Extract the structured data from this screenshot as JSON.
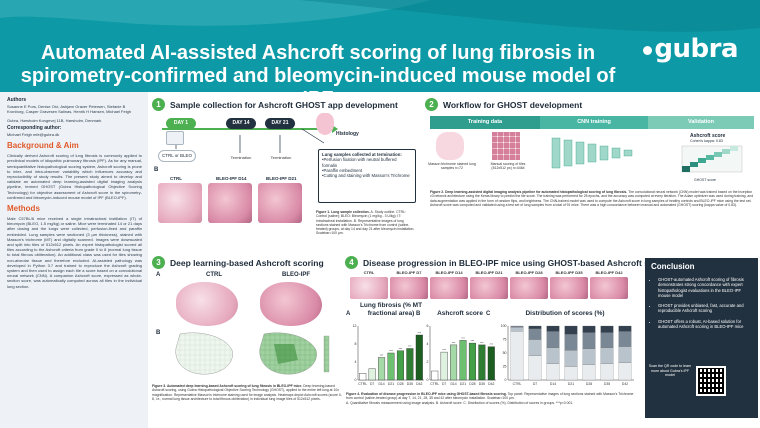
{
  "title": "Automated AI-assisted Ashcroft scoring of lung fibrosis in spirometry-confirmed and bleomycin-induced mouse model of IPF",
  "logo": "gubra",
  "left": {
    "authors_head": "Authors",
    "authors": "Susanne E Pors, Denise Oró, Ashjørn Graver Petersen, Stefanie B Kronborg, Casper Gravesen Salinas, Henrik H Hansen, Michael Feigh",
    "affiliation": "Gubra, Hørsholm Kongevej 11B, Hørsholm, Denmark",
    "corr_head": "Corresponding author:",
    "corr": "Michael Feigh mfe@gubra.dk",
    "bg_title": "Background & Aim",
    "bg_text": "Clinically derived Ashcroft scoring of lung fibrosis is commonly applied to preclinical models of idiopathic pulmonary fibrosis (IPF). As for any manual, semiquantitative histopathological scoring system, Ashcroft scoring is prone to inter- and intra-observer variability which influences accuracy and reproducibility of study results. The present study aimed to develop and validate an automated deep learning-assisted digital imaging analysis pipeline, termed GHOST (Gubra Histopathological Objective Scoring Technology) for objective assessment of Ashcroft score in the spirometry-confirmed and bleomycin-induced mouse model of IPF (BLEO-IPF).",
    "methods_title": "Methods",
    "methods_text": "Male C57BL/6 mice received a single intratracheal instillation (IT) of bleomycin (BLEO, 1.5 mg/kg) or saline. Mice were terminated 14 or 21 days after dosing and the lungs were collected, perfusion-fixed and paraffin embedded. Lung samples were sectioned (3 µm thickness), stained with Masson's trichrome (MT) and digitally scanned. Images were downscaled and split into tiles of 512x512 pixels. An expert histopathologist scored all tiles according to the Ashcroft criteria from grade 0 to 8 (normal lung tissue to total fibrous obliteration). An additional class was used for tiles showing non-alveolar tissue and therefore excluded. AI-assisted pathology was developed in Python 3.7 and trained to reproduce the Ashcroft grading system and then used to assign each tile a score based on a convolutional neural network (CNN). A companion Ashcroft score, expressed as whole-section score, was automatically computed across all tiles in the individual lung section."
  },
  "s1": {
    "num": "1",
    "title": "Sample collection for Ashcroft GHOST app development",
    "day1": "DAY 1",
    "day14": "DAY 14",
    "day21": "DAY 21",
    "histology": "Histology",
    "ctrl_bleo": "CTRL or BLEO",
    "term1": "Termination",
    "term2": "Termination",
    "lung_head": "Lung samples collected at termination:",
    "lung_items": [
      "•Perfusion fixation with neutral buffered formalin",
      "•Paraffin embedment",
      "•Cutting and staining with Masson's Trichrome"
    ],
    "b": "B",
    "ctrl": "CTRL",
    "bleo14": "BLEO-IPF D14",
    "bleo21": "BLEO-IPF D21",
    "fig_title": "Figure 1. Lung sample collection.",
    "fig_text": "A. Study outline. CTRL: Control (saline); BLEO: Bleomycin (1 mg/kg - 3 U/kg); IT: Intratracheal installation. B. Representative images of lung sections stained with Masson's Trichrome from control (saline-treated) groups, at day 14 and day 21 after bleomycin installation. Scalebar=100 µm."
  },
  "s2": {
    "num": "2",
    "title": "Workflow for GHOST development",
    "band1": "Training data",
    "band2": "CNN training",
    "band3": "Validation",
    "lbl1": "Masson trichrome stained lung samples n=72",
    "lbl2": "Manual scoring of tiles (512x512 px) n=4464",
    "score_title": "Ashcroft score",
    "kappa": "Cohen's kappa: 0.83",
    "x_axis": "GHOST score",
    "fig_title": "Figure 2. Deep learning-assisted digital imaging analysis pipeline for automated histopathological scoring of lung fibrosis.",
    "fig_text": "The convolutional neural network (CNN) model was trained based on the Inception v3 network architecture using the Keras library to predict the tile score. The training was performed for 25 epochs, and the accuracy was computed at every iteration. The Adam optimizer was used during training, and data augmentation was applied in the form of random flips, and brightness. The CNN-trained model was used to compute the Ashcroft score in lung samples of healthy controls and BLEO-IPF mice using the test set. Ashcroft score was computed and validated using a test set of lung samples from a total of 91 mice. There was a high concordance between manual and automated (GHOST) scoring (kappa value of 0.83)."
  },
  "s3": {
    "num": "3",
    "title": "Deep learning-based Ashcroft scoring",
    "a": "A",
    "b": "B",
    "ctrl": "CTRL",
    "bleo": "BLEO-IPF",
    "fig_title": "Figure 3. Automated deep learning-based Ashcroft scoring of lung fibrosis in BLEO-IPF mice.",
    "fig_text": "Deep learning-based Ashcroft scoring, using Gubra Histopathological Objective Scoring Technology (GHOST), applied to the entire left lung at 10x magnification. Representative Masson's trichrome staining used for image analysis. Heatmaps depict Ashcroft scores (score 0-8, i.e., normal lung tissue architecture to total fibrous obliteration) in individual lung image tiles of 512x512 pixels."
  },
  "s4": {
    "num": "4",
    "title": "Disease progression in BLEO-IPF mice using GHOST-based Ashcroft scoring",
    "cols": [
      "CTRL",
      "BLEO-IPF D7",
      "BLEO-IPF D14",
      "BLEO-IPF D21",
      "BLEO-IPF D28",
      "BLEO-IPF D35",
      "BLEO-IPF D42"
    ],
    "a": "A",
    "b": "B",
    "c": "C",
    "fig_title": "Figure 4. Evaluation of disease progression in BLEO-IPF mice using GHOST-based fibrosis scoring.",
    "fig_text": "Top panel: Representative images of lung sections stained with Masson's Trichrome from control (saline-treated group) at day 7, 14, 21, 28, 35 and 42 after bleomycin installation. Scalebar=100 µm.",
    "fig_text2": "A. Quantitative fibrosis measurement using image analysis. B. Ashcroft score. C. Distribution of scores (%). Distribution of scores in groups. ***p<0.001."
  },
  "conclusion": {
    "title": "Conclusion",
    "items": [
      "GHOST-automated Ashcroft scoring of fibrosis demonstrates strong concordance with expert histopathologist evaluations in the BLEO-IPF mouse model",
      "GHOST provides unbiased, fast, accurate and reproducible Ashcroft scoring",
      "GHOST offers a robust, AI-based solution for automated Ashcroft scoring in BLEO-IPF mice"
    ],
    "qr_note": "Scan the QR code to learn more about Gubra's IPF model"
  },
  "chart_data": [
    {
      "type": "bar",
      "title": "Lung fibrosis (% MT fractional area)",
      "categories": [
        "CTRL",
        "D7",
        "D14",
        "D21",
        "D28",
        "D35",
        "D42"
      ],
      "values": [
        1.5,
        2.5,
        5,
        6,
        6.5,
        7,
        10
      ],
      "ylim": [
        0,
        12
      ],
      "yticks": [
        0,
        4,
        8,
        12
      ],
      "sig": [
        "",
        "",
        "***",
        "***",
        "***",
        "***",
        "***"
      ],
      "colors": [
        "#ffffff",
        "#dff2e0",
        "#a6d9a8",
        "#6cc070",
        "#43a047",
        "#2e7d32",
        "#1b5e20"
      ]
    },
    {
      "type": "bar",
      "title": "Ashcroft score",
      "categories": [
        "CTRL",
        "D7",
        "D14",
        "D21",
        "D28",
        "D35",
        "D42"
      ],
      "values": [
        1,
        3.1,
        3.9,
        4.4,
        4.1,
        3.9,
        3.7
      ],
      "ylim": [
        0,
        6
      ],
      "yticks": [
        0,
        2,
        4,
        6
      ],
      "sig": [
        "",
        "***",
        "***",
        "***",
        "***",
        "***",
        "***"
      ],
      "colors": [
        "#ffffff",
        "#dff2e0",
        "#a6d9a8",
        "#6cc070",
        "#43a047",
        "#2e7d32",
        "#1b5e20"
      ]
    },
    {
      "type": "bar",
      "stacked": true,
      "title": "Distribution of scores (%)",
      "categories": [
        "CTRL",
        "D7",
        "D14",
        "D21",
        "D28",
        "D35",
        "D42"
      ],
      "ylim": [
        0,
        100
      ],
      "yticks": [
        0,
        25,
        50,
        75,
        100
      ],
      "series": [
        {
          "values": [
            90,
            45,
            30,
            25,
            28,
            30,
            32
          ],
          "color": "#e9ecef"
        },
        {
          "values": [
            8,
            30,
            30,
            30,
            30,
            30,
            30
          ],
          "color": "#b9c3cc"
        },
        {
          "values": [
            2,
            20,
            30,
            30,
            30,
            28,
            28
          ],
          "color": "#7a8896"
        },
        {
          "values": [
            0,
            5,
            10,
            15,
            12,
            12,
            10
          ],
          "color": "#33414f"
        }
      ]
    }
  ]
}
